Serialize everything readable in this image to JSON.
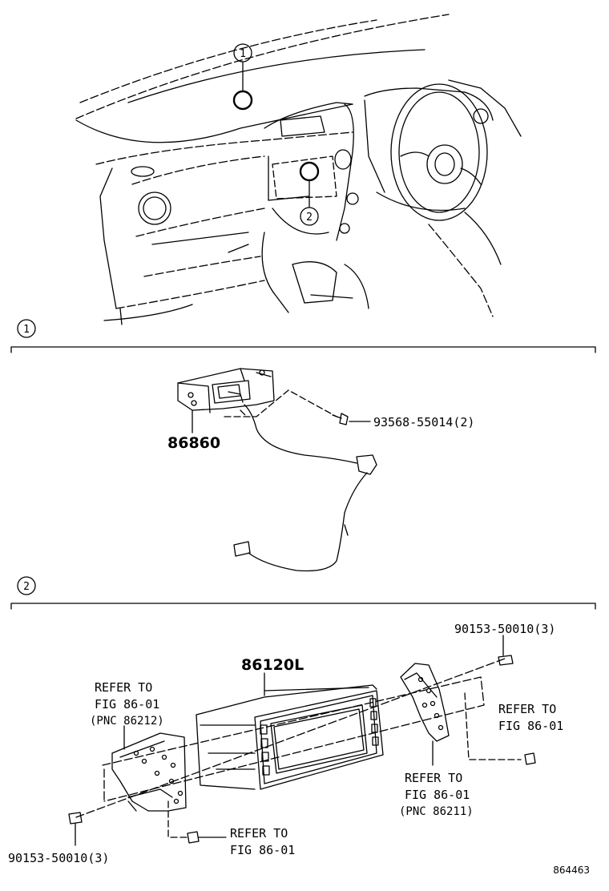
{
  "callouts": {
    "one": "1",
    "two": "2"
  },
  "section1": {
    "part_main": "86860",
    "part_screw": "93568-55014(2)"
  },
  "section2": {
    "part_main": "86120L",
    "bolt_top": "90153-50010(3)",
    "bolt_bottom": "90153-50010(3)",
    "ref_left": {
      "line1": "REFER TO",
      "line2": "FIG 86-01",
      "line3": "(PNC 86212)"
    },
    "ref_right_top": {
      "line1": "REFER TO",
      "line2": "FIG 86-01"
    },
    "ref_right_mid": {
      "line1": "REFER TO",
      "line2": "FIG 86-01",
      "line3": "(PNC 86211)"
    },
    "ref_bottom": {
      "line1": "REFER TO",
      "line2": "FIG 86-01"
    }
  },
  "figure_number": "864463"
}
